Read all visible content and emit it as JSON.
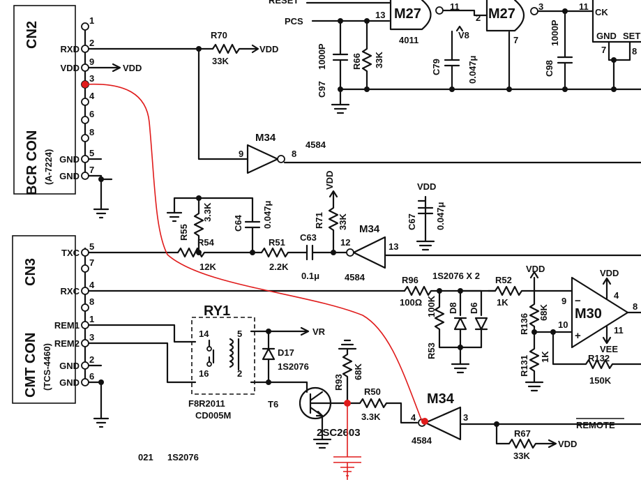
{
  "connectors": {
    "cn2": {
      "name": "CN2",
      "title": "BCR  CON",
      "part": "(A-7224)",
      "pins": [
        {
          "num": "1",
          "label": ""
        },
        {
          "num": "2",
          "label": "RXD"
        },
        {
          "num": "9",
          "label": "VDD"
        },
        {
          "num": "3",
          "label": ""
        },
        {
          "num": "4",
          "label": ""
        },
        {
          "num": "6",
          "label": ""
        },
        {
          "num": "8",
          "label": ""
        },
        {
          "num": "5",
          "label": "GND"
        },
        {
          "num": "7",
          "label": "GND"
        }
      ]
    },
    "cn3": {
      "name": "CN3",
      "title": "CMT  CON",
      "part": "(TCS-4460)",
      "pins": [
        {
          "num": "5",
          "label": "TXC"
        },
        {
          "num": "7",
          "label": ""
        },
        {
          "num": "4",
          "label": "RXC"
        },
        {
          "num": "8",
          "label": ""
        },
        {
          "num": "1",
          "label": "REM1"
        },
        {
          "num": "3",
          "label": "REM2"
        },
        {
          "num": "2",
          "label": "GND"
        },
        {
          "num": "6",
          "label": "GND"
        }
      ]
    }
  },
  "labels": {
    "reset": "RESET",
    "pcs": "PCS",
    "vdd": "VDD",
    "vr": "VR",
    "vee": "VEE",
    "v8": "V8",
    "remote": "REMOTE",
    "ck": "CK",
    "gnd": "GND",
    "set": "SET",
    "footnote_left": "021",
    "footnote_right": "1S2076"
  },
  "chips": {
    "m27a": {
      "name": "M27",
      "part": "4011",
      "pin_in": "13",
      "pin_out": "11"
    },
    "m27b": {
      "name": "M27",
      "pin_in": "2",
      "pin_out": "3",
      "pin_gnd": "7"
    },
    "m34a": {
      "name": "M34",
      "part": "4584",
      "pin_in": "9",
      "pin_out": "8"
    },
    "m34b": {
      "name": "M34",
      "part": "4584",
      "pin_in": "12",
      "pin_out": "13"
    },
    "m34c": {
      "name": "M34",
      "part": "4584",
      "pin_in": "4",
      "pin_out": "3"
    },
    "m30": {
      "name": "M30",
      "pin_plus": "10",
      "pin_minus": "9",
      "pin_vdd": "4",
      "pin_vee": "11",
      "pin_out": "8"
    },
    "ff": {
      "pin_ck": "11",
      "pin_gnd": "7",
      "pin_set": "8"
    }
  },
  "components": {
    "r70": {
      "ref": "R70",
      "value": "33K"
    },
    "r66": {
      "ref": "R66",
      "value": "33K"
    },
    "c97": {
      "ref": "C97",
      "value": "1000P"
    },
    "c79": {
      "ref": "C79",
      "value": "0.047μ"
    },
    "c98": {
      "ref": "C98",
      "value": "1000P"
    },
    "r55": {
      "ref": "R55",
      "value": "3.3K"
    },
    "c64": {
      "ref": "C64",
      "value": "0.047μ"
    },
    "r54": {
      "ref": "R54",
      "value": "12K"
    },
    "r51": {
      "ref": "R51",
      "value": "2.2K"
    },
    "c63": {
      "ref": "C63",
      "value": "0.1μ"
    },
    "r71": {
      "ref": "R71",
      "value": "33K"
    },
    "c67": {
      "ref": "C67",
      "value": "0.047μ"
    },
    "r96": {
      "ref": "R96",
      "value": "100Ω"
    },
    "diodes": {
      "ref": "1S2076 X 2",
      "d8": "D8",
      "d6": "D6"
    },
    "r53": {
      "ref": "R53",
      "value": "100K"
    },
    "r52": {
      "ref": "R52",
      "value": "1K"
    },
    "r136": {
      "ref": "R136",
      "value": "68K"
    },
    "r131": {
      "ref": "R131",
      "value": "1K"
    },
    "r132": {
      "ref": "R132",
      "value": "150K"
    },
    "ry1": {
      "ref": "RY1",
      "part": "F8R2011",
      "part2": "CD005M",
      "pins": [
        "14",
        "5",
        "16",
        "2"
      ]
    },
    "d17": {
      "ref": "D17",
      "value": "1S2076"
    },
    "r93": {
      "ref": "R93",
      "value": "68K"
    },
    "r50": {
      "ref": "R50",
      "value": "3.3K"
    },
    "t6": {
      "ref": "T6",
      "value": "2SC2603"
    },
    "r67": {
      "ref": "R67",
      "value": "33K"
    }
  },
  "colors": {
    "ink": "#111111",
    "annotation": "#e01b1b"
  }
}
